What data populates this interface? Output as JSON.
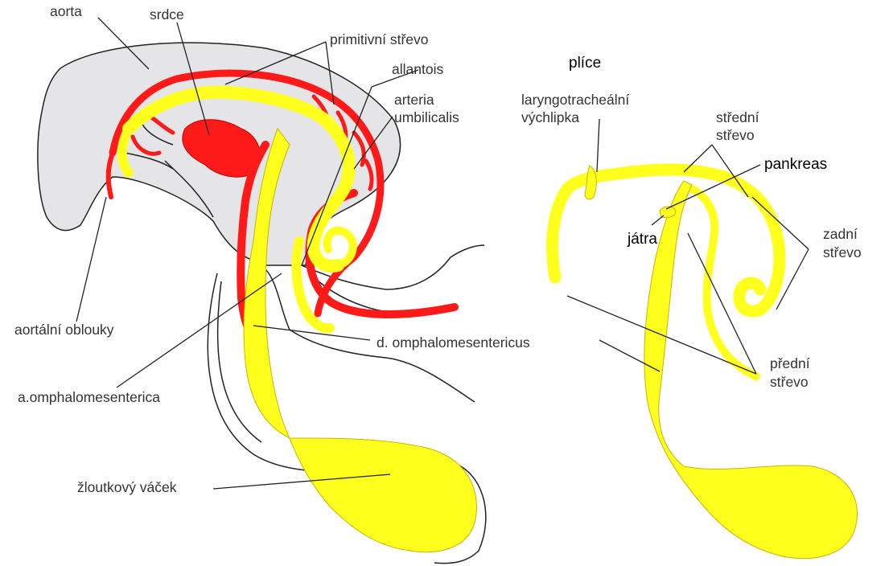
{
  "labels": {
    "aorta": "aorta",
    "srdce": "srdce",
    "primitivni_strevo": "primitivní střevo",
    "allantois": "allantois",
    "arteria": "arteria",
    "umbilicalis": "umbilicalis",
    "aortalni_oblouky": "aortální oblouky",
    "d_omphalomesentericus": "d. omphalomesentericus",
    "a_omphalomesenterica": "a.omphalomesenterica",
    "zloutkovy_vacek": "žloutkový váček",
    "plice": "plíce",
    "laryngotrachealni": "laryngotracheální",
    "vychlipka": "výchlipka",
    "stredni": "střední",
    "strevo_mid": "střevo",
    "pankreas": "pankreas",
    "jatra": "játra",
    "zadni": "zadní",
    "strevo_hind": "střevo",
    "predni": "přední",
    "strevo_fore": "střevo"
  },
  "colors": {
    "vessel_red": "#ff1a1a",
    "gut_yellow": "#ffff1e",
    "embryo_gray": "#e5e5e8"
  }
}
